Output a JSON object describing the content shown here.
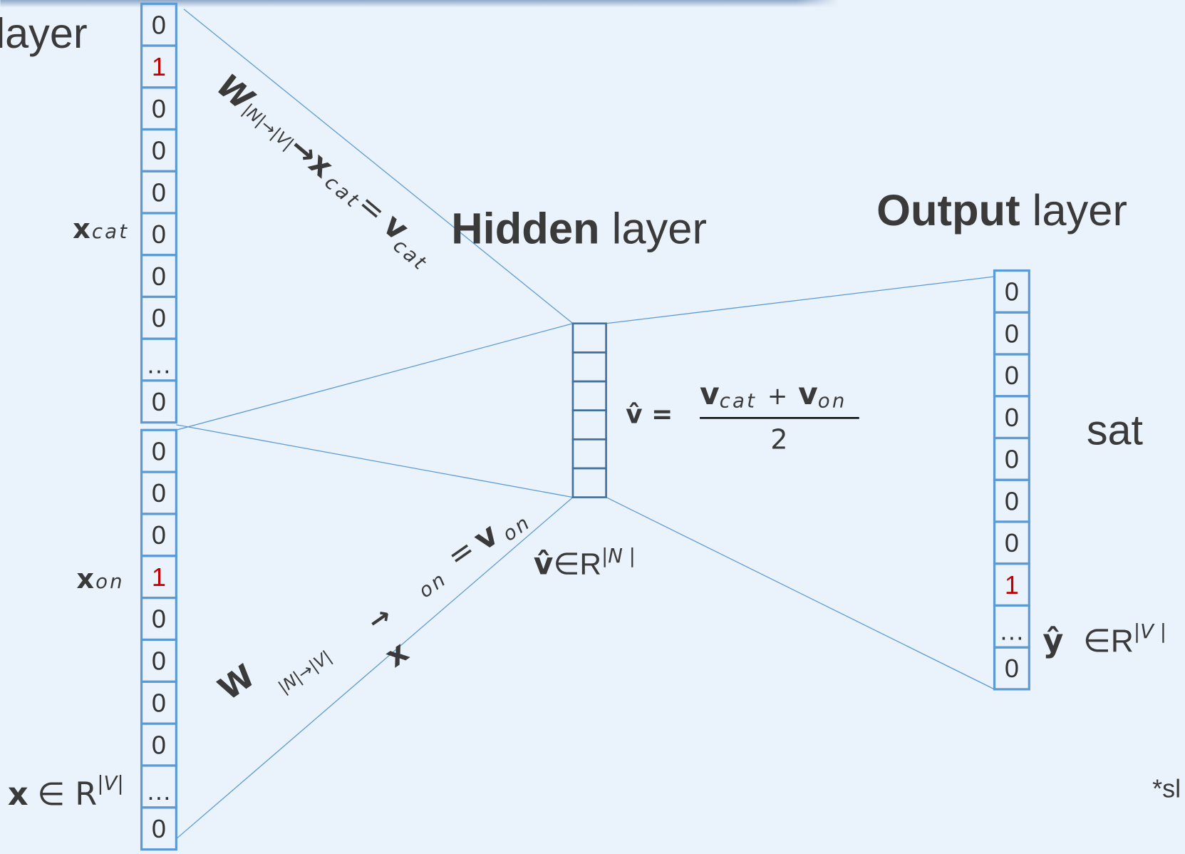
{
  "labels": {
    "input_layer_fragment": "layer",
    "hidden_bold": "Hidden",
    "hidden_rest": " layer",
    "output_bold": "Output",
    "output_rest": " layer",
    "predicted_word": "sat",
    "footnote": "*sl"
  },
  "input": {
    "x_cat": {
      "base": "x",
      "sub": "cat"
    },
    "x_on": {
      "base": "x",
      "sub": "on"
    },
    "space": {
      "base": "x",
      "in": "∈ R",
      "sup": "|V|"
    },
    "cat_cells": [
      "0",
      "1",
      "0",
      "0",
      "0",
      "0",
      "0",
      "0",
      "…",
      "0"
    ],
    "on_cells": [
      "0",
      "0",
      "0",
      "1",
      "0",
      "0",
      "0",
      "0",
      "…",
      "0"
    ]
  },
  "weights_top": {
    "W": "W",
    "sub": "|N|→|V|",
    "rest": "→x",
    "x_sub": "cat",
    "eq": "=",
    "v": "v",
    "v_sub": "cat"
  },
  "weights_bottom": {
    "W": "W",
    "sub": "|N|→|V|",
    "arrow": "→",
    "x": "x",
    "x_sub": "on",
    "eq": "=",
    "v": "v",
    "v_sub": "on"
  },
  "hidden": {
    "cell_count": 6,
    "formula": {
      "lhs": "v̂ =",
      "num_a": "v",
      "num_a_sub": "cat",
      "plus": "+",
      "num_b": "v",
      "num_b_sub": "on",
      "den": "2"
    },
    "space": {
      "base": "v̂",
      "in": "∈R",
      "sup": "|N |"
    }
  },
  "output": {
    "cells": [
      "0",
      "0",
      "0",
      "0",
      "0",
      "0",
      "0",
      "1",
      "…",
      "0"
    ],
    "space": {
      "base": "ŷ",
      "in": "∈R",
      "sup": "|V |"
    }
  },
  "colors": {
    "background": "#eaf2fb",
    "cell_stroke": "#5b9bd5",
    "hot": "#c00000",
    "text": "#3a3a3a"
  }
}
